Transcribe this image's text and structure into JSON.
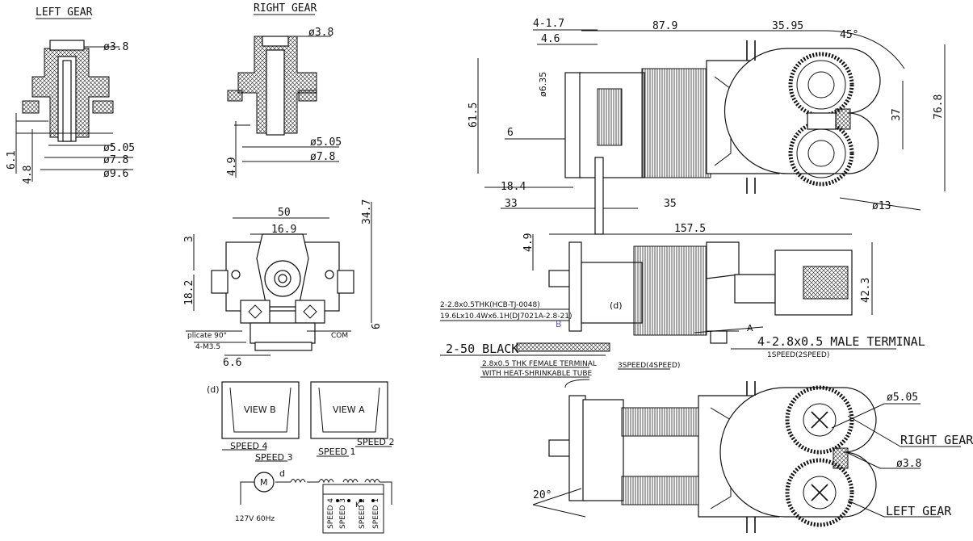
{
  "titles": {
    "left_gear": "LEFT GEAR",
    "right_gear": "RIGHT GEAR"
  },
  "left_gear_dims": {
    "d1": "ø3.8",
    "d2": "ø5.05",
    "d3": "ø7.8",
    "d4": "ø9.6",
    "h1": "6.1",
    "h2": "4.8"
  },
  "right_gear_dims": {
    "d1": "ø3.8",
    "d2": "ø5.05",
    "d3": "ø7.8",
    "h1": "4.9"
  },
  "front_view": {
    "w50": "50",
    "w169": "16.9",
    "h347": "34.7",
    "h3": "3",
    "h182": "18.2",
    "h6": "6",
    "w66": "6.6",
    "plicate": "plicate 90°",
    "m35": "4-M3.5",
    "com": "COM"
  },
  "views": {
    "d": "(d)",
    "view_b": "VIEW B",
    "view_a": "VIEW A",
    "speed4": "SPEED 4",
    "speed3": "SPEED 3",
    "speed1": "SPEED 1",
    "speed2": "SPEED 2"
  },
  "circuit": {
    "motor": "M",
    "d": "d",
    "voltage": "127V 60Hz",
    "s4": "SPEED 4",
    "s3": "SPEED 3",
    "s2": "SPEED 2",
    "s1": "SPEED 1",
    "k": "K"
  },
  "top_view": {
    "d417": "4-1.7",
    "d46": "4.6",
    "d879": "87.9",
    "d3595": "35.95",
    "a45": "45°",
    "d635": "ø6.35",
    "d615": "61.5",
    "d6": "6",
    "d37": "37",
    "d768": "76.8",
    "d184": "18.4",
    "d33": "33",
    "d35": "35",
    "d13": "ø13",
    "d1575": "157.5"
  },
  "side_view": {
    "d49": "4.9",
    "d423": "42.3",
    "t1": "2-2.8x0.5THK(HCB-TJ-0048)",
    "t2": "19.6Lx10.4Wx6.1H(DJ7021A-2.8-21)",
    "b": "B",
    "a": "A",
    "dd": "(d)",
    "male": "4-2.8x0.5 MALE TERMINAL",
    "speed12": "1SPEED(2SPEED)",
    "black": "2-50 BLACK",
    "female1": "2.8x0.5 THK FEMALE TERMINAL",
    "female2": "WITH HEAT-SHRINKABLE TUBE",
    "speed34": "3SPEED(4SPEED)"
  },
  "bottom_view": {
    "d505": "ø5.05",
    "right_gear": "RIGHT GEAR",
    "d38": "ø3.8",
    "left_gear": "LEFT GEAR",
    "a20": "20°"
  }
}
